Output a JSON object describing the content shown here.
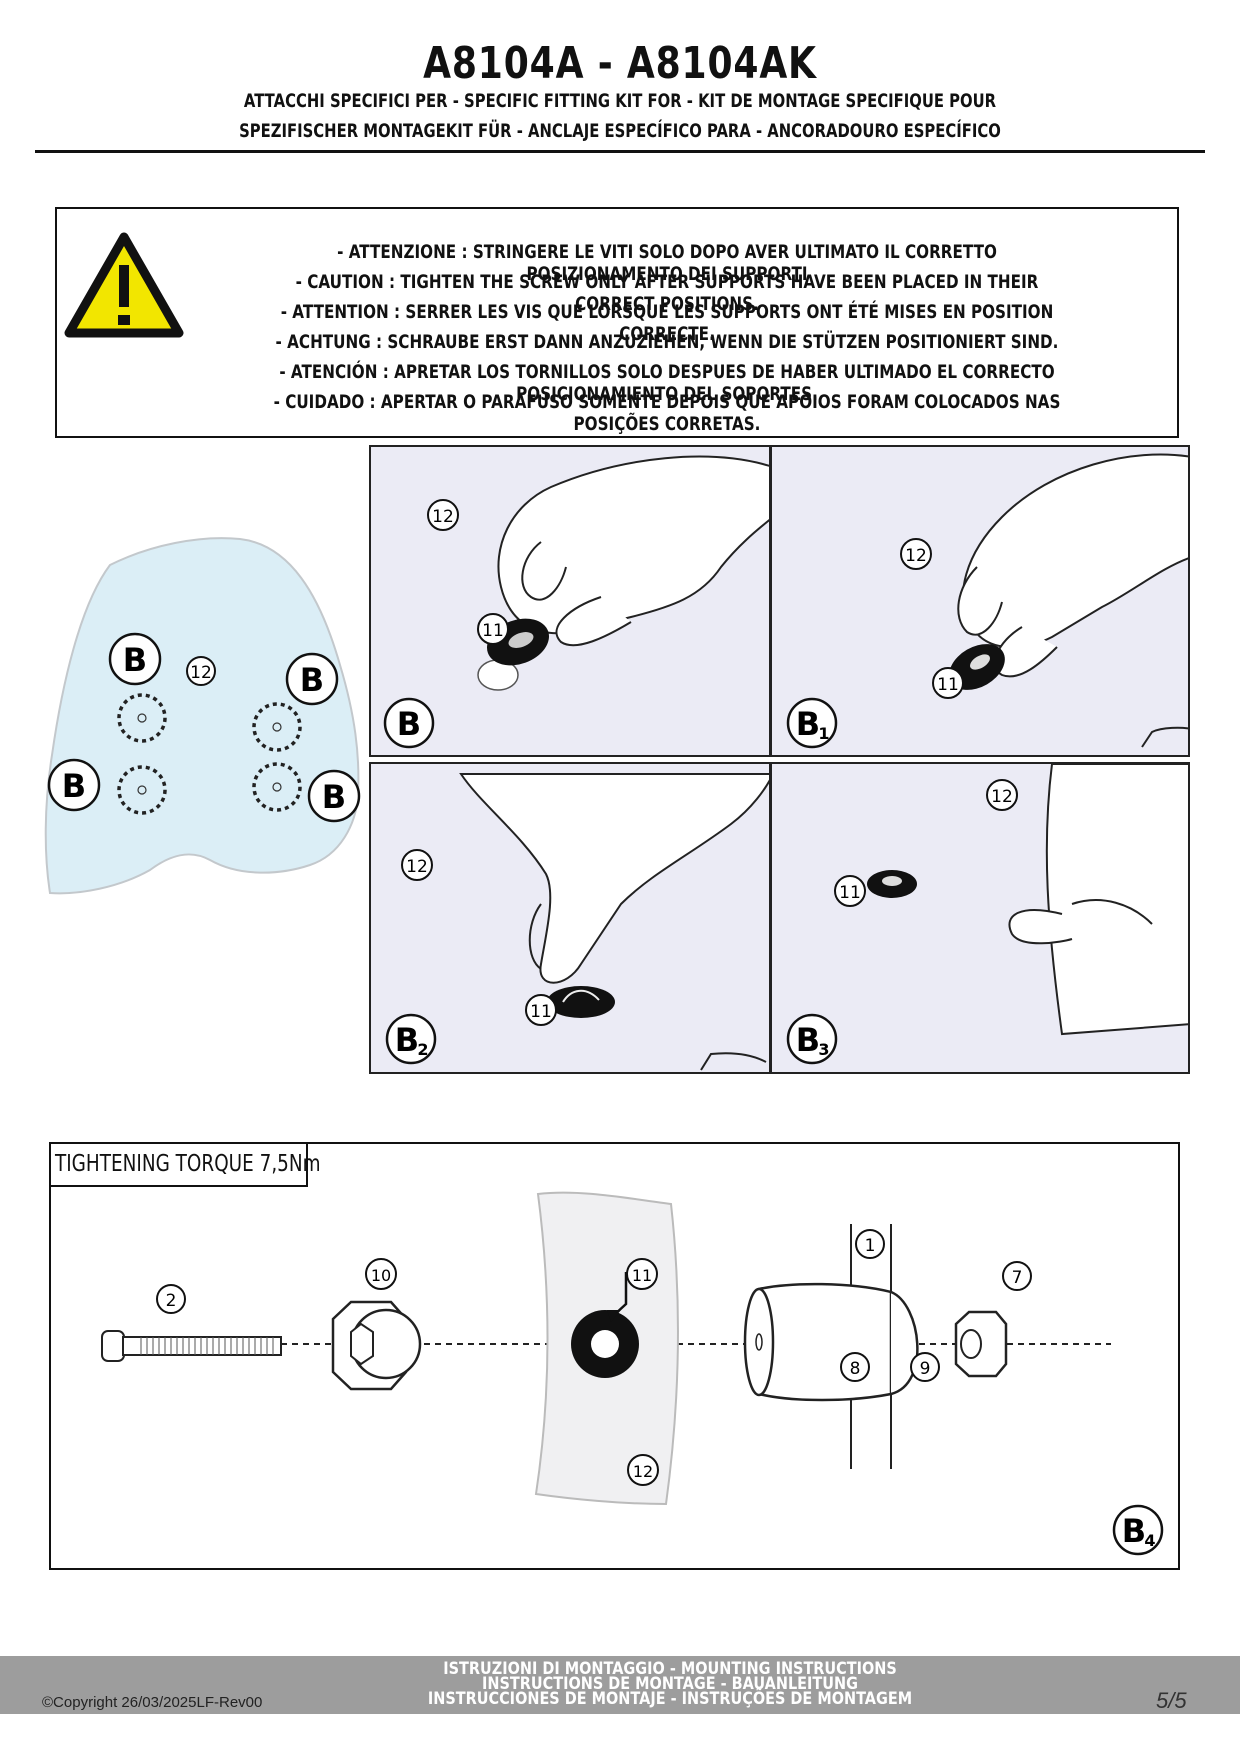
{
  "header": {
    "title": "A8104A - A8104AK",
    "subtitle_line1": "ATTACCHI SPECIFICI PER  -  SPECIFIC FITTING KIT FOR  -  KIT DE MONTAGE SPECIFIQUE POUR",
    "subtitle_line2": "SPEZIFISCHER MONTAGEKIT FÜR  -  ANCLAJE ESPECÍFICO PARA - ANCORADOURO ESPECÍFICO"
  },
  "warning": {
    "icon": "warning-triangle-icon",
    "lines": [
      "- ATTENZIONE : STRINGERE LE VITI SOLO DOPO AVER ULTIMATO IL CORRETTO POSIZIONAMENTO DEI SUPPORTI",
      "- CAUTION : TIGHTEN THE SCREW ONLY AFTER SUPPORTS HAVE BEEN PLACED IN THEIR CORRECT POSITIONS.",
      "- ATTENTION : SERRER LES VIS QUE LORSQUE LES SUPPORTS ONT ÉTÉ MISES EN POSITION CORRECTE.",
      "- ACHTUNG : SCHRAUBE ERST DANN ANZUZIEHEN, WENN DIE STÜTZEN POSITIONIERT SIND.",
      "- ATENCIÓN : APRETAR LOS TORNILLOS SOLO DESPUES DE HABER ULTIMADO EL CORRECTO POSICIONAMIENTO DEL SOPORTES.",
      "- CUIDADO : APERTAR O PARAFUSO SOMENTE DEPOIS QUE APOIOS FORAM COLOCADOS NAS POSIÇÕES CORRETAS."
    ]
  },
  "windscreen": {
    "label_B": "B",
    "label_12": "12"
  },
  "steps": {
    "b": {
      "label": "B",
      "sub": "",
      "n12": "12",
      "n11": "11"
    },
    "b1": {
      "label": "B",
      "sub": "1",
      "n12": "12",
      "n11": "11"
    },
    "b2": {
      "label": "B",
      "sub": "2",
      "n12": "12",
      "n11": "11"
    },
    "b3": {
      "label": "B",
      "sub": "3",
      "n12": "12",
      "n11": "11"
    }
  },
  "assembly": {
    "torque_label": "TIGHTENING TORQUE  7,5Nm",
    "parts": {
      "p1": "1",
      "p2": "2",
      "p7": "7",
      "p8": "8",
      "p9": "9",
      "p10": "10",
      "p11": "11",
      "p12": "12"
    },
    "step_label": "B",
    "step_sub": "4"
  },
  "footer": {
    "line1": "ISTRUZIONI DI MONTAGGIO  -  MOUNTING INSTRUCTIONS",
    "line2": "INSTRUCTIONS DE MONTAGE - BAUANLEITUNG",
    "line3": "INSTRUCCIONES DE MONTAJE - INSTRUÇÕES DE MONTAGEM",
    "copyright": "©Copyright 26/03/2025LF-Rev00",
    "page": "5/5"
  }
}
